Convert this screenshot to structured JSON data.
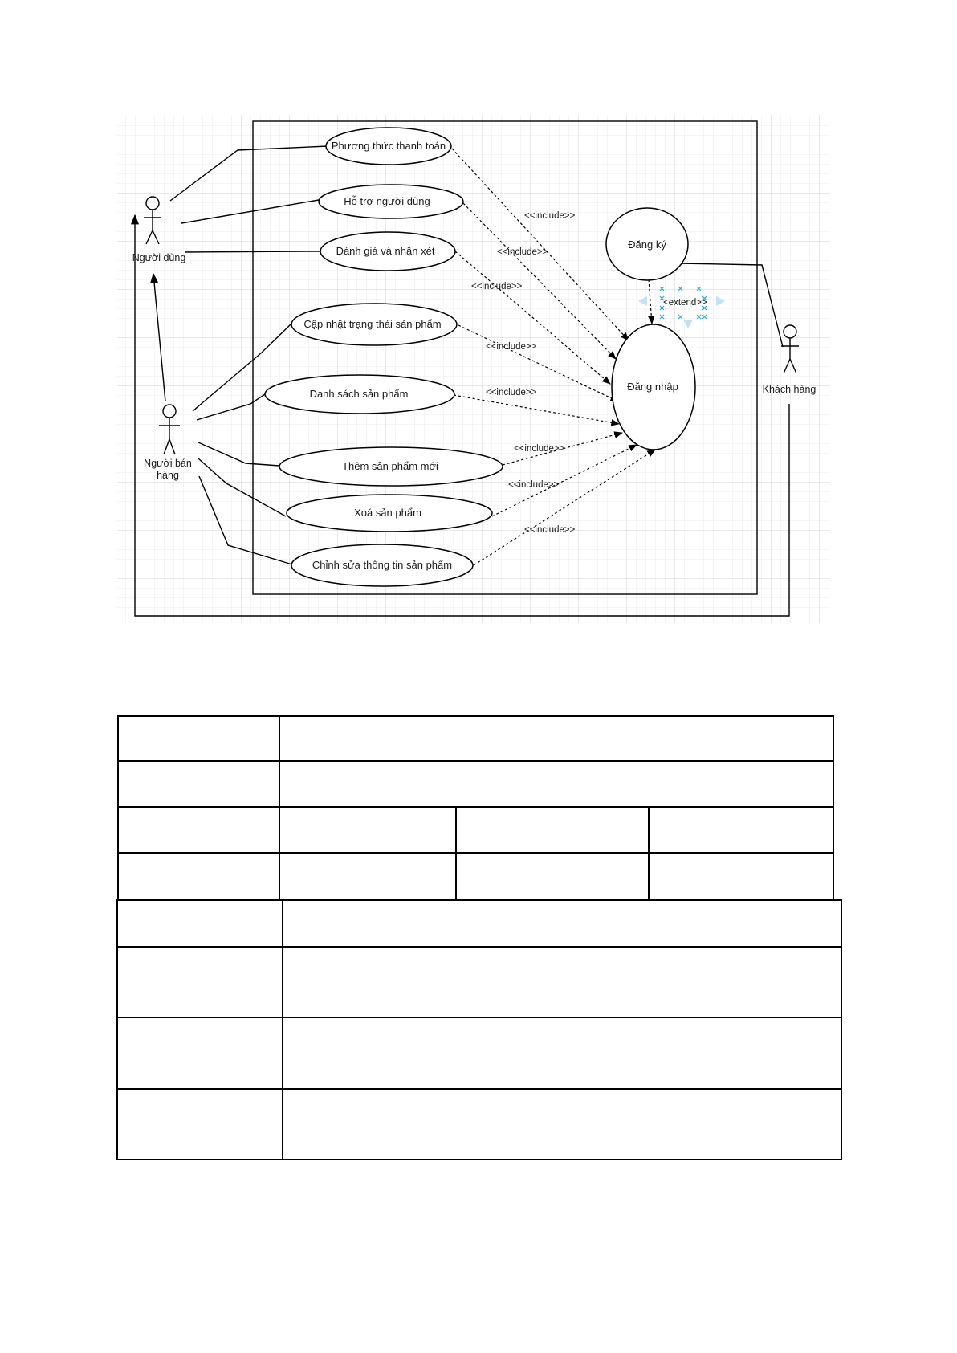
{
  "diagram": {
    "actors": [
      {
        "id": "user",
        "label": "Người dùng"
      },
      {
        "id": "seller",
        "label": "Người bán\nhàng"
      },
      {
        "id": "customer",
        "label": "Khách hàng"
      }
    ],
    "use_cases": [
      {
        "id": "payment",
        "label": "Phương thức thanh toán"
      },
      {
        "id": "support",
        "label": "Hỗ trợ người dùng"
      },
      {
        "id": "review",
        "label": "Đánh giá và nhận xét"
      },
      {
        "id": "update_status",
        "label": "Cập nhật trạng thái sản phẩm"
      },
      {
        "id": "product_list",
        "label": "Danh sách sản phẩm"
      },
      {
        "id": "add_product",
        "label": "Thêm sản phẩm mới"
      },
      {
        "id": "delete_product",
        "label": "Xoá sản phẩm"
      },
      {
        "id": "edit_product",
        "label": "Chỉnh sửa thông tin sản phẩm"
      },
      {
        "id": "register",
        "label": "Đăng ký"
      },
      {
        "id": "login",
        "label": "Đăng nhập"
      }
    ],
    "relation_labels": {
      "include": "<<include>>",
      "include_variant": "<<include>>",
      "extend": "<extend>>"
    }
  }
}
